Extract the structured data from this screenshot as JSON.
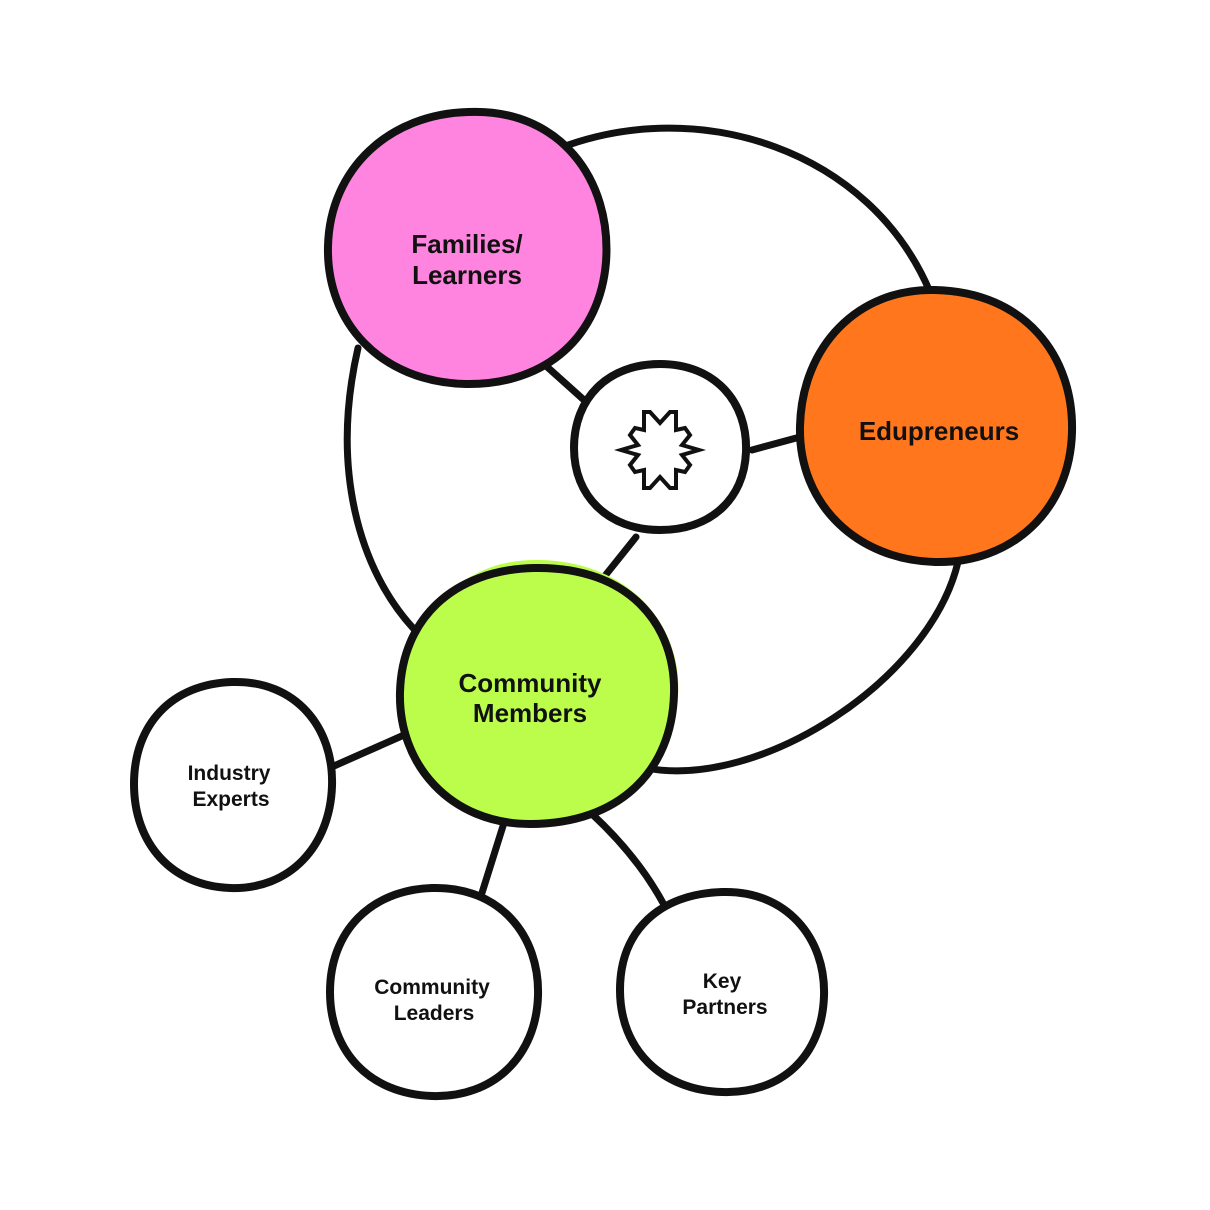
{
  "diagram": {
    "nodes": {
      "families": {
        "line1": "Families/",
        "line2": "Learners",
        "color": "#ff84df"
      },
      "edupreneurs": {
        "line1": "Edupreneurs",
        "color": "#ff761c"
      },
      "community_members": {
        "line1": "Community",
        "line2": "Members",
        "color": "#bcfd4c"
      },
      "industry_experts": {
        "line1": "Industry",
        "line2": "Experts",
        "color": "#ffffff"
      },
      "community_leaders": {
        "line1": "Community",
        "line2": "Leaders",
        "color": "#ffffff"
      },
      "key_partners": {
        "line1": "Key",
        "line2": "Partners",
        "color": "#ffffff"
      },
      "hub": {
        "icon": "star-burst-icon",
        "color": "#ffffff"
      }
    },
    "edges": [
      [
        "families",
        "hub"
      ],
      [
        "hub",
        "edupreneurs"
      ],
      [
        "hub",
        "community_members"
      ],
      [
        "families",
        "edupreneurs"
      ],
      [
        "families",
        "community_members"
      ],
      [
        "edupreneurs",
        "community_members"
      ],
      [
        "community_members",
        "industry_experts"
      ],
      [
        "community_members",
        "community_leaders"
      ],
      [
        "community_members",
        "key_partners"
      ]
    ],
    "stroke_color": "#111111"
  }
}
